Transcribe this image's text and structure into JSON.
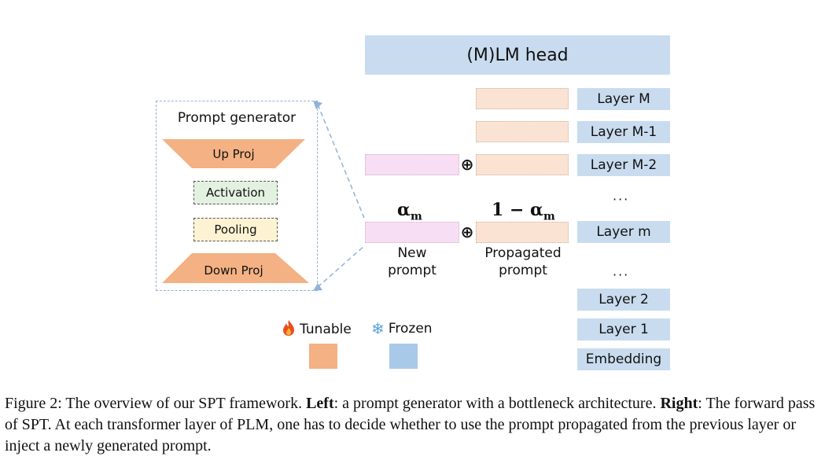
{
  "head": "(M)LM head",
  "layers": {
    "m_top": "Layer M",
    "m_minus_1": "Layer M-1",
    "m_minus_2": "Layer M-2",
    "dots_upper": "···",
    "m": "Layer m",
    "dots_lower": "···",
    "l2": "Layer 2",
    "l1": "Layer 1",
    "embedding": "Embedding"
  },
  "math": {
    "alpha": "α",
    "alpha_sub": "m",
    "one_minus": "1 − α",
    "one_minus_sub": "m",
    "plus": "⊕"
  },
  "labels": {
    "new_prompt_1": "New",
    "new_prompt_2": "prompt",
    "propagated_1": "Propagated",
    "propagated_2": "prompt"
  },
  "prompt_generator": {
    "title": "Prompt generator",
    "up_proj": "Up Proj",
    "activation": "Activation",
    "pooling": "Pooling",
    "down_proj": "Down Proj"
  },
  "legend": {
    "tunable": "Tunable",
    "frozen": "Frozen",
    "tunable_icon": "fire-icon",
    "frozen_icon": "snowflake-icon",
    "tunable_color": "#f4b183",
    "frozen_color": "#a9c9e8"
  },
  "caption": {
    "prefix": "Figure 2: The overview of our SPT framework. ",
    "left_bold": "Left",
    "left_text": ": a prompt generator with a bottleneck architecture. ",
    "right_bold": "Right",
    "right_text": ": The forward pass of SPT. At each transformer layer of PLM, one has to decide whether to use the prompt propagated from the previous layer or inject a newly generated prompt."
  }
}
